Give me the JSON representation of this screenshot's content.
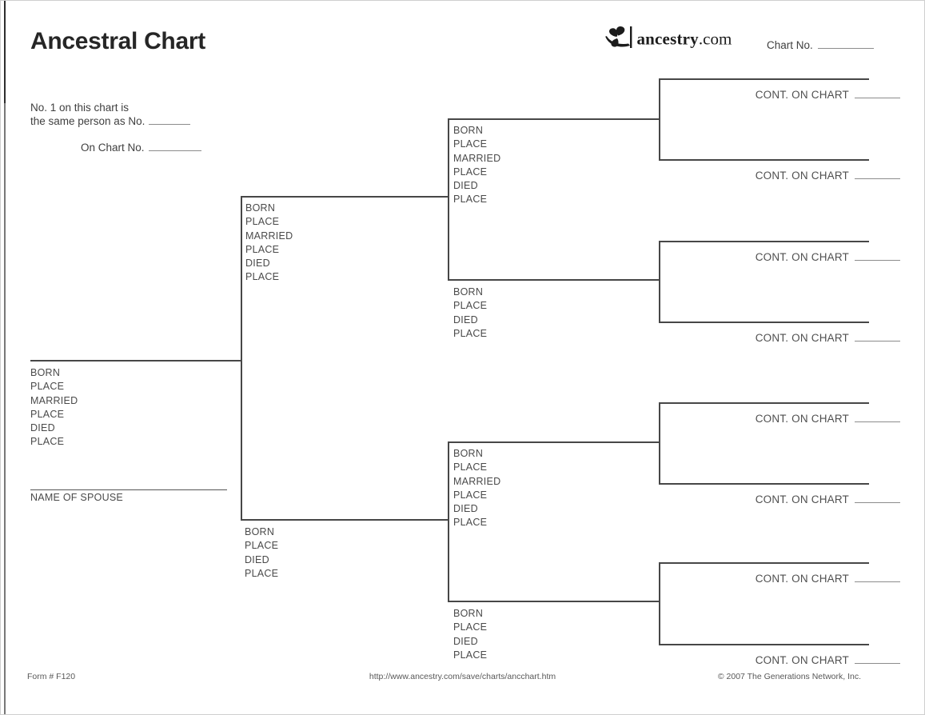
{
  "header": {
    "title": "Ancestral Chart",
    "brand_bold": "ancestry",
    "brand_suffix": ".com",
    "chart_no_label": "Chart No."
  },
  "icons": {
    "brand": "ancestry-leaf-icon"
  },
  "intro": {
    "line1": "No. 1 on this chart is",
    "line2_prefix": "the same person as No.",
    "line3_prefix": "On Chart No."
  },
  "fields": {
    "full": [
      "BORN",
      "PLACE",
      "MARRIED",
      "PLACE",
      "DIED",
      "PLACE"
    ],
    "short": [
      "BORN",
      "PLACE",
      "DIED",
      "PLACE"
    ]
  },
  "labels": {
    "spouse": "NAME OF SPOUSE",
    "cont": "CONT. ON CHART"
  },
  "footer": {
    "form": "Form # F120",
    "url": "http://www.ancestry.com/save/charts/ancchart.htm",
    "copyright": "© 2007 The Generations Network, Inc."
  },
  "colors": {
    "line_ink": "#474747",
    "label_ink": "#4a4a4a",
    "blank_line": "#8c8c8c"
  }
}
